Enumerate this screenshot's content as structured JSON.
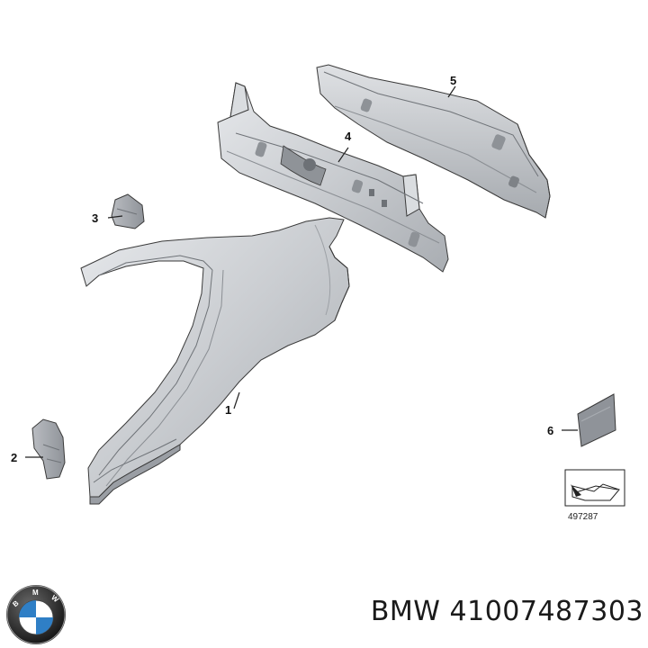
{
  "diagram": {
    "callouts": [
      {
        "id": "1",
        "label": "1"
      },
      {
        "id": "2",
        "label": "2"
      },
      {
        "id": "3",
        "label": "3"
      },
      {
        "id": "4",
        "label": "4"
      },
      {
        "id": "5",
        "label": "5"
      },
      {
        "id": "6",
        "label": "6"
      }
    ],
    "diagram_number": "497287"
  },
  "caption": {
    "brand": "BMW",
    "part_number": "41007487303"
  },
  "colors": {
    "panel_fill": "#cfd2d6",
    "panel_dark": "#9a9ea4",
    "outline": "#3a3a3a"
  },
  "icons": {
    "brand_logo": "bmw-roundel-logo"
  }
}
